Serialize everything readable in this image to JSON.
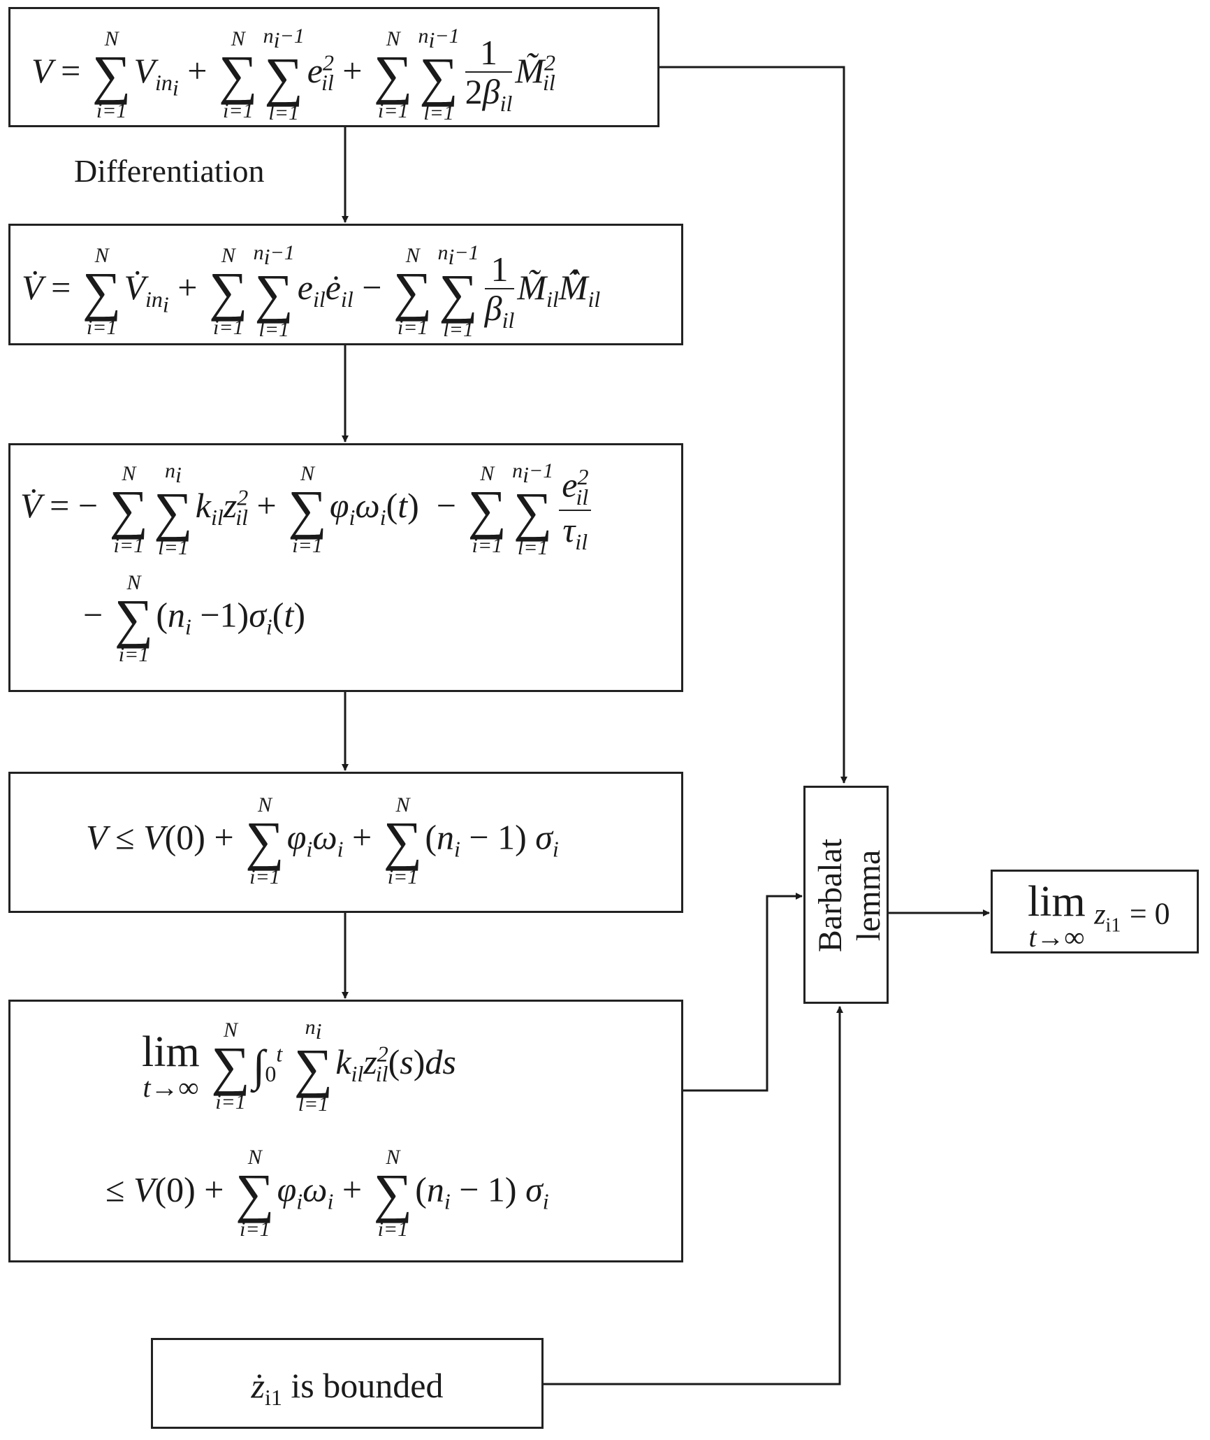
{
  "diagram": {
    "edge_label": "Differentiation",
    "barbalat_label_line1": "Barbalat",
    "barbalat_label_line2": "lemma",
    "bounded_text": "is bounded",
    "conclusion_rhs": "= 0",
    "lim_word": "lim",
    "lim_sub": "t→∞"
  }
}
